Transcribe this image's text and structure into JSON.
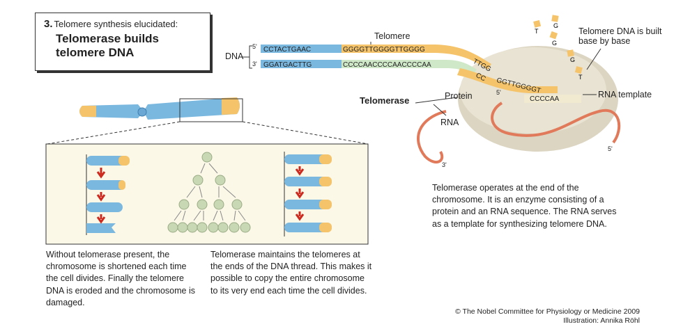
{
  "title": {
    "number": "3.",
    "subtitle": "Telomere synthesis elucidated:",
    "heading_line1": "Telomerase builds",
    "heading_line2": "telomere DNA"
  },
  "labels": {
    "dna": "DNA",
    "telomere": "Telomere",
    "five_prime": "5'",
    "three_prime": "3'",
    "telomerase": "Telomerase",
    "protein": "Protein",
    "rna": "RNA",
    "rna_template": "RNA template",
    "telomere_dna_built": "Telomere DNA is built base by base"
  },
  "sequences": {
    "top_blue": "CCTACTGAAC",
    "top_yellow": "GGGGTTGGGGTTGGGG",
    "bottom_blue": "GGATGACTTG",
    "bottom_green": "CCCCAACCCCAACCCCAA",
    "diag_upper": "TTGG",
    "diag_lower": "CC",
    "tail": "GGTTGGGGT",
    "template": "CCCCAA",
    "free_bases": [
      "T",
      "G",
      "G",
      "G",
      "T"
    ]
  },
  "paragraphs": {
    "left": "Without telomerase present, the chromosome is shortened each time the cell divides. Finally the telomere DNA is eroded and the chromosome is damaged.",
    "middle": "Telomerase maintains the telomeres at the ends of the DNA thread. This makes it possible to copy the entire chromosome to its very end each time the cell divides.",
    "right": "Telomerase operates at the end of the chromosome. It is an enzyme consisting of a protein and an RNA sequence. The RNA serves as a template for synthesizing telomere DNA."
  },
  "credits": {
    "line1": "© The Nobel Committee for Physiology or Medicine 2009",
    "line2": "Illustration: Annika Röhl"
  },
  "colors": {
    "dna_blue": "#7ab8e0",
    "telomere_yellow": "#f5c46a",
    "rna_green": "#cfe8c8",
    "enzyme": "#e2dccb",
    "rna_strand": "#e07a5a",
    "panel_bg": "#fbf8e8",
    "arrow_red": "#cc2a1e"
  }
}
